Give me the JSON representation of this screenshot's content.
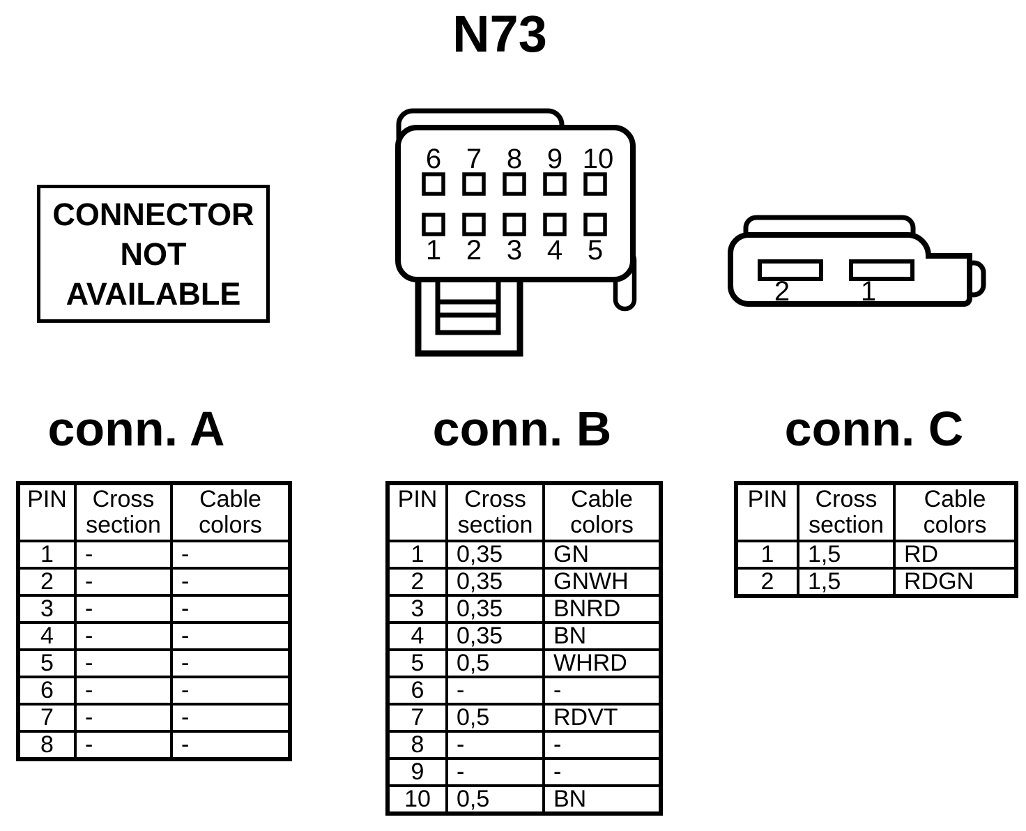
{
  "title": "N73",
  "not_available_box": {
    "lines": [
      "CONNECTOR",
      "NOT",
      "AVAILABLE"
    ]
  },
  "connector_b_drawing": {
    "pins_top": [
      "6",
      "7",
      "8",
      "9",
      "10"
    ],
    "pins_bottom": [
      "1",
      "2",
      "3",
      "4",
      "5"
    ]
  },
  "connector_c_drawing": {
    "pin_left": "2",
    "pin_right": "1"
  },
  "sections": [
    {
      "id": "A",
      "heading": "conn. A",
      "table": {
        "headers": [
          "PIN",
          "Cross section",
          "Cable colors"
        ],
        "rows": [
          {
            "pin": "1",
            "cross": "-",
            "color": "-"
          },
          {
            "pin": "2",
            "cross": "-",
            "color": "-"
          },
          {
            "pin": "3",
            "cross": "-",
            "color": "-"
          },
          {
            "pin": "4",
            "cross": "-",
            "color": "-"
          },
          {
            "pin": "5",
            "cross": "-",
            "color": "-"
          },
          {
            "pin": "6",
            "cross": "-",
            "color": "-"
          },
          {
            "pin": "7",
            "cross": "-",
            "color": "-"
          },
          {
            "pin": "8",
            "cross": "-",
            "color": "-"
          }
        ]
      }
    },
    {
      "id": "B",
      "heading": "conn. B",
      "table": {
        "headers": [
          "PIN",
          "Cross section",
          "Cable colors"
        ],
        "rows": [
          {
            "pin": "1",
            "cross": "0,35",
            "color": "GN"
          },
          {
            "pin": "2",
            "cross": "0,35",
            "color": "GNWH"
          },
          {
            "pin": "3",
            "cross": "0,35",
            "color": "BNRD"
          },
          {
            "pin": "4",
            "cross": "0,35",
            "color": "BN"
          },
          {
            "pin": "5",
            "cross": "0,5",
            "color": "WHRD"
          },
          {
            "pin": "6",
            "cross": "-",
            "color": "-"
          },
          {
            "pin": "7",
            "cross": "0,5",
            "color": "RDVT"
          },
          {
            "pin": "8",
            "cross": "-",
            "color": "-"
          },
          {
            "pin": "9",
            "cross": "-",
            "color": "-"
          },
          {
            "pin": "10",
            "cross": "0,5",
            "color": "BN"
          }
        ]
      }
    },
    {
      "id": "C",
      "heading": "conn. C",
      "table": {
        "headers": [
          "PIN",
          "Cross section",
          "Cable colors"
        ],
        "rows": [
          {
            "pin": "1",
            "cross": "1,5",
            "color": "RD"
          },
          {
            "pin": "2",
            "cross": "1,5",
            "color": "RDGN"
          }
        ]
      }
    }
  ],
  "colors": {
    "ink": "#000000",
    "background": "#ffffff"
  }
}
